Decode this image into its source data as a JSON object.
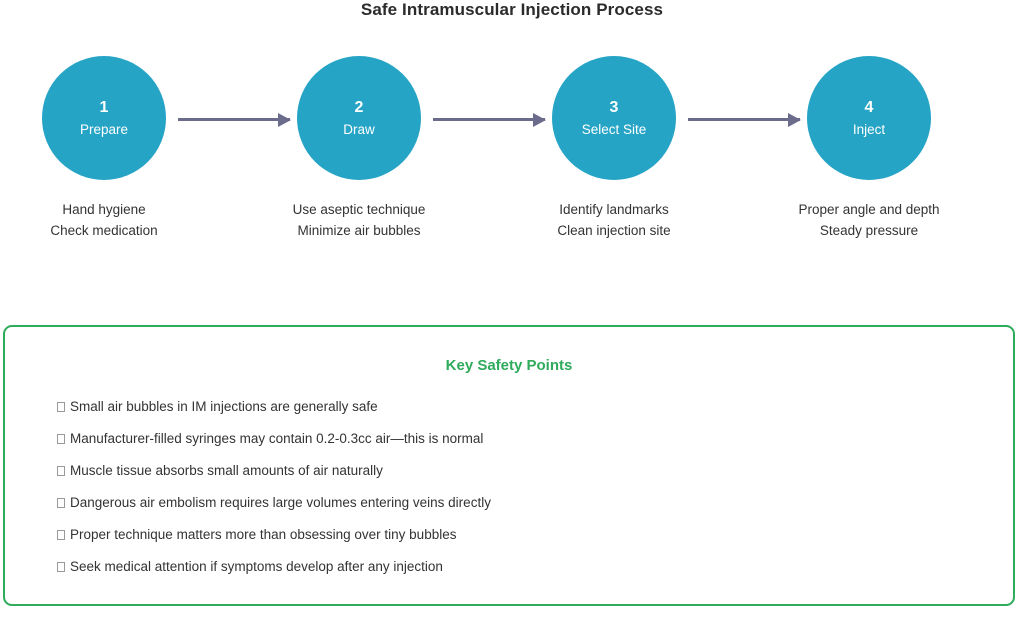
{
  "title": "Safe Intramuscular Injection Process",
  "flow": {
    "steps": [
      {
        "number": "1",
        "name": "Prepare",
        "details": [
          "Hand hygiene",
          "Check medication"
        ]
      },
      {
        "number": "2",
        "name": "Draw",
        "details": [
          "Use aseptic technique",
          "Minimize air bubbles"
        ]
      },
      {
        "number": "3",
        "name": "Select Site",
        "details": [
          "Identify landmarks",
          "Clean injection site"
        ]
      },
      {
        "number": "4",
        "name": "Inject",
        "details": [
          "Proper angle and depth",
          "Steady pressure"
        ]
      }
    ],
    "circle_color": "#26a4c6",
    "arrow_color": "#6b6b8c"
  },
  "safety": {
    "heading": "Key Safety Points",
    "border_color": "#2eab5b",
    "heading_color": "#2eab5b",
    "items": [
      "Small air bubbles in IM injections are generally safe",
      "Manufacturer-filled syringes may contain 0.2-0.3cc air—this is normal",
      "Muscle tissue absorbs small amounts of air naturally",
      "Dangerous air embolism requires large volumes entering veins directly",
      "Proper technique matters more than obsessing over tiny bubbles",
      "Seek medical attention if symptoms develop after any injection"
    ]
  }
}
